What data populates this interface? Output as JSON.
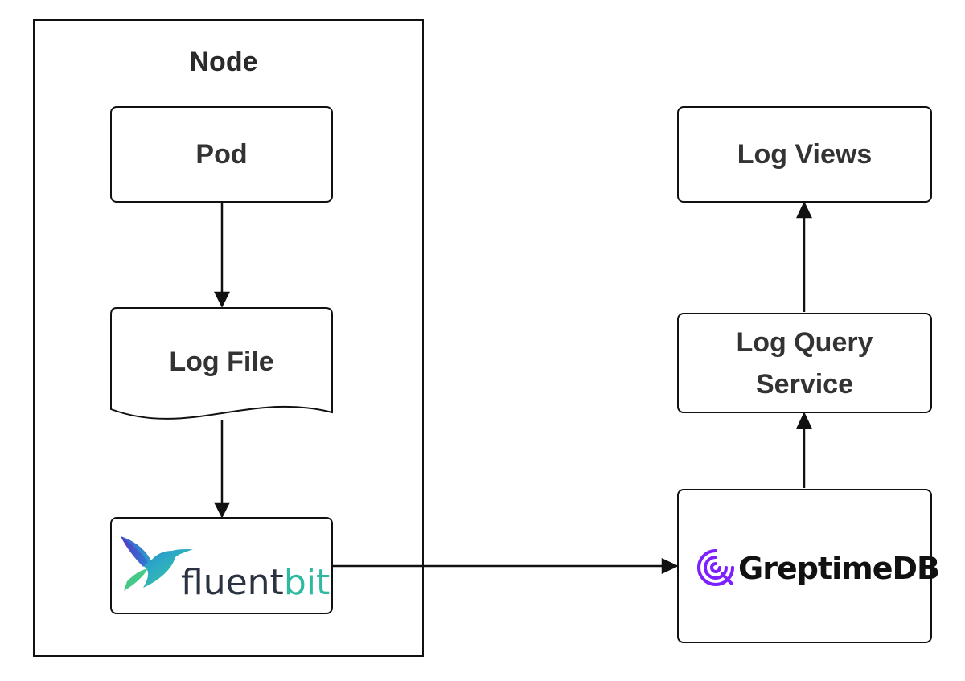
{
  "diagram": {
    "container": {
      "label": "Node"
    },
    "nodes": {
      "pod": {
        "label": "Pod"
      },
      "log_file": {
        "label": "Log File"
      },
      "fluentbit": {
        "label_part1": "fluent",
        "label_part2": "bit",
        "color_part1": "#2a3140",
        "color_part2": "#2fb9a1"
      },
      "greptimedb": {
        "label": "GreptimeDB",
        "color_icon": "#7c20ff"
      },
      "log_query_service": {
        "label": "Log Query\nService"
      },
      "log_views": {
        "label": "Log Views"
      }
    },
    "edges": [
      {
        "from": "Pod",
        "to": "Log File"
      },
      {
        "from": "Log File",
        "to": "fluentbit"
      },
      {
        "from": "fluentbit",
        "to": "GreptimeDB"
      },
      {
        "from": "GreptimeDB",
        "to": "Log Query Service"
      },
      {
        "from": "Log Query Service",
        "to": "Log Views"
      }
    ]
  }
}
